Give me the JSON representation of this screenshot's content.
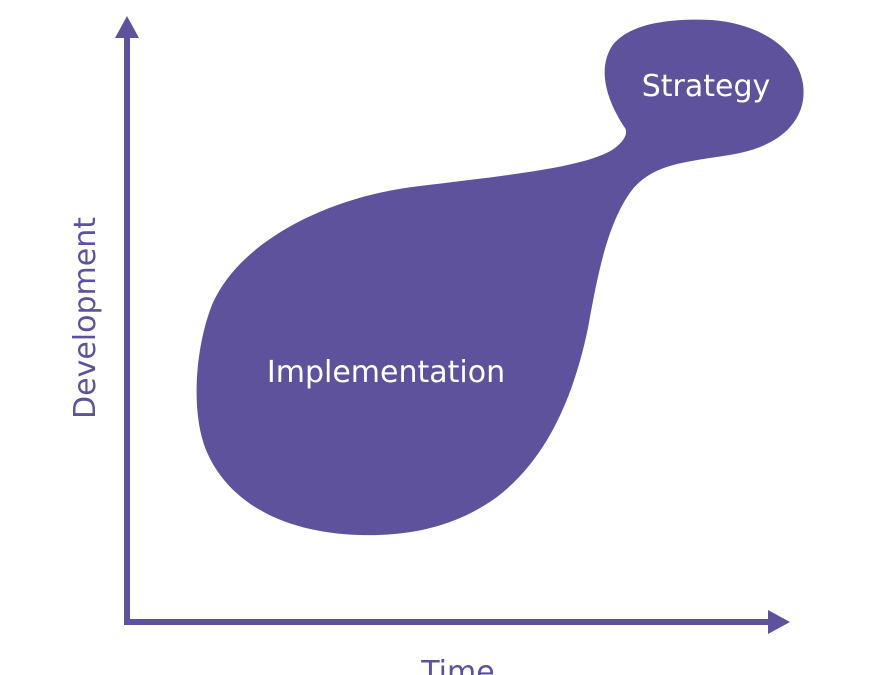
{
  "diagram": {
    "y_axis_label": "Development",
    "x_axis_label": "Time",
    "regions": {
      "implementation": "Implementation",
      "strategy": "Strategy"
    }
  },
  "colors": {
    "primary": "#5e529c",
    "background": "#ffffff"
  }
}
